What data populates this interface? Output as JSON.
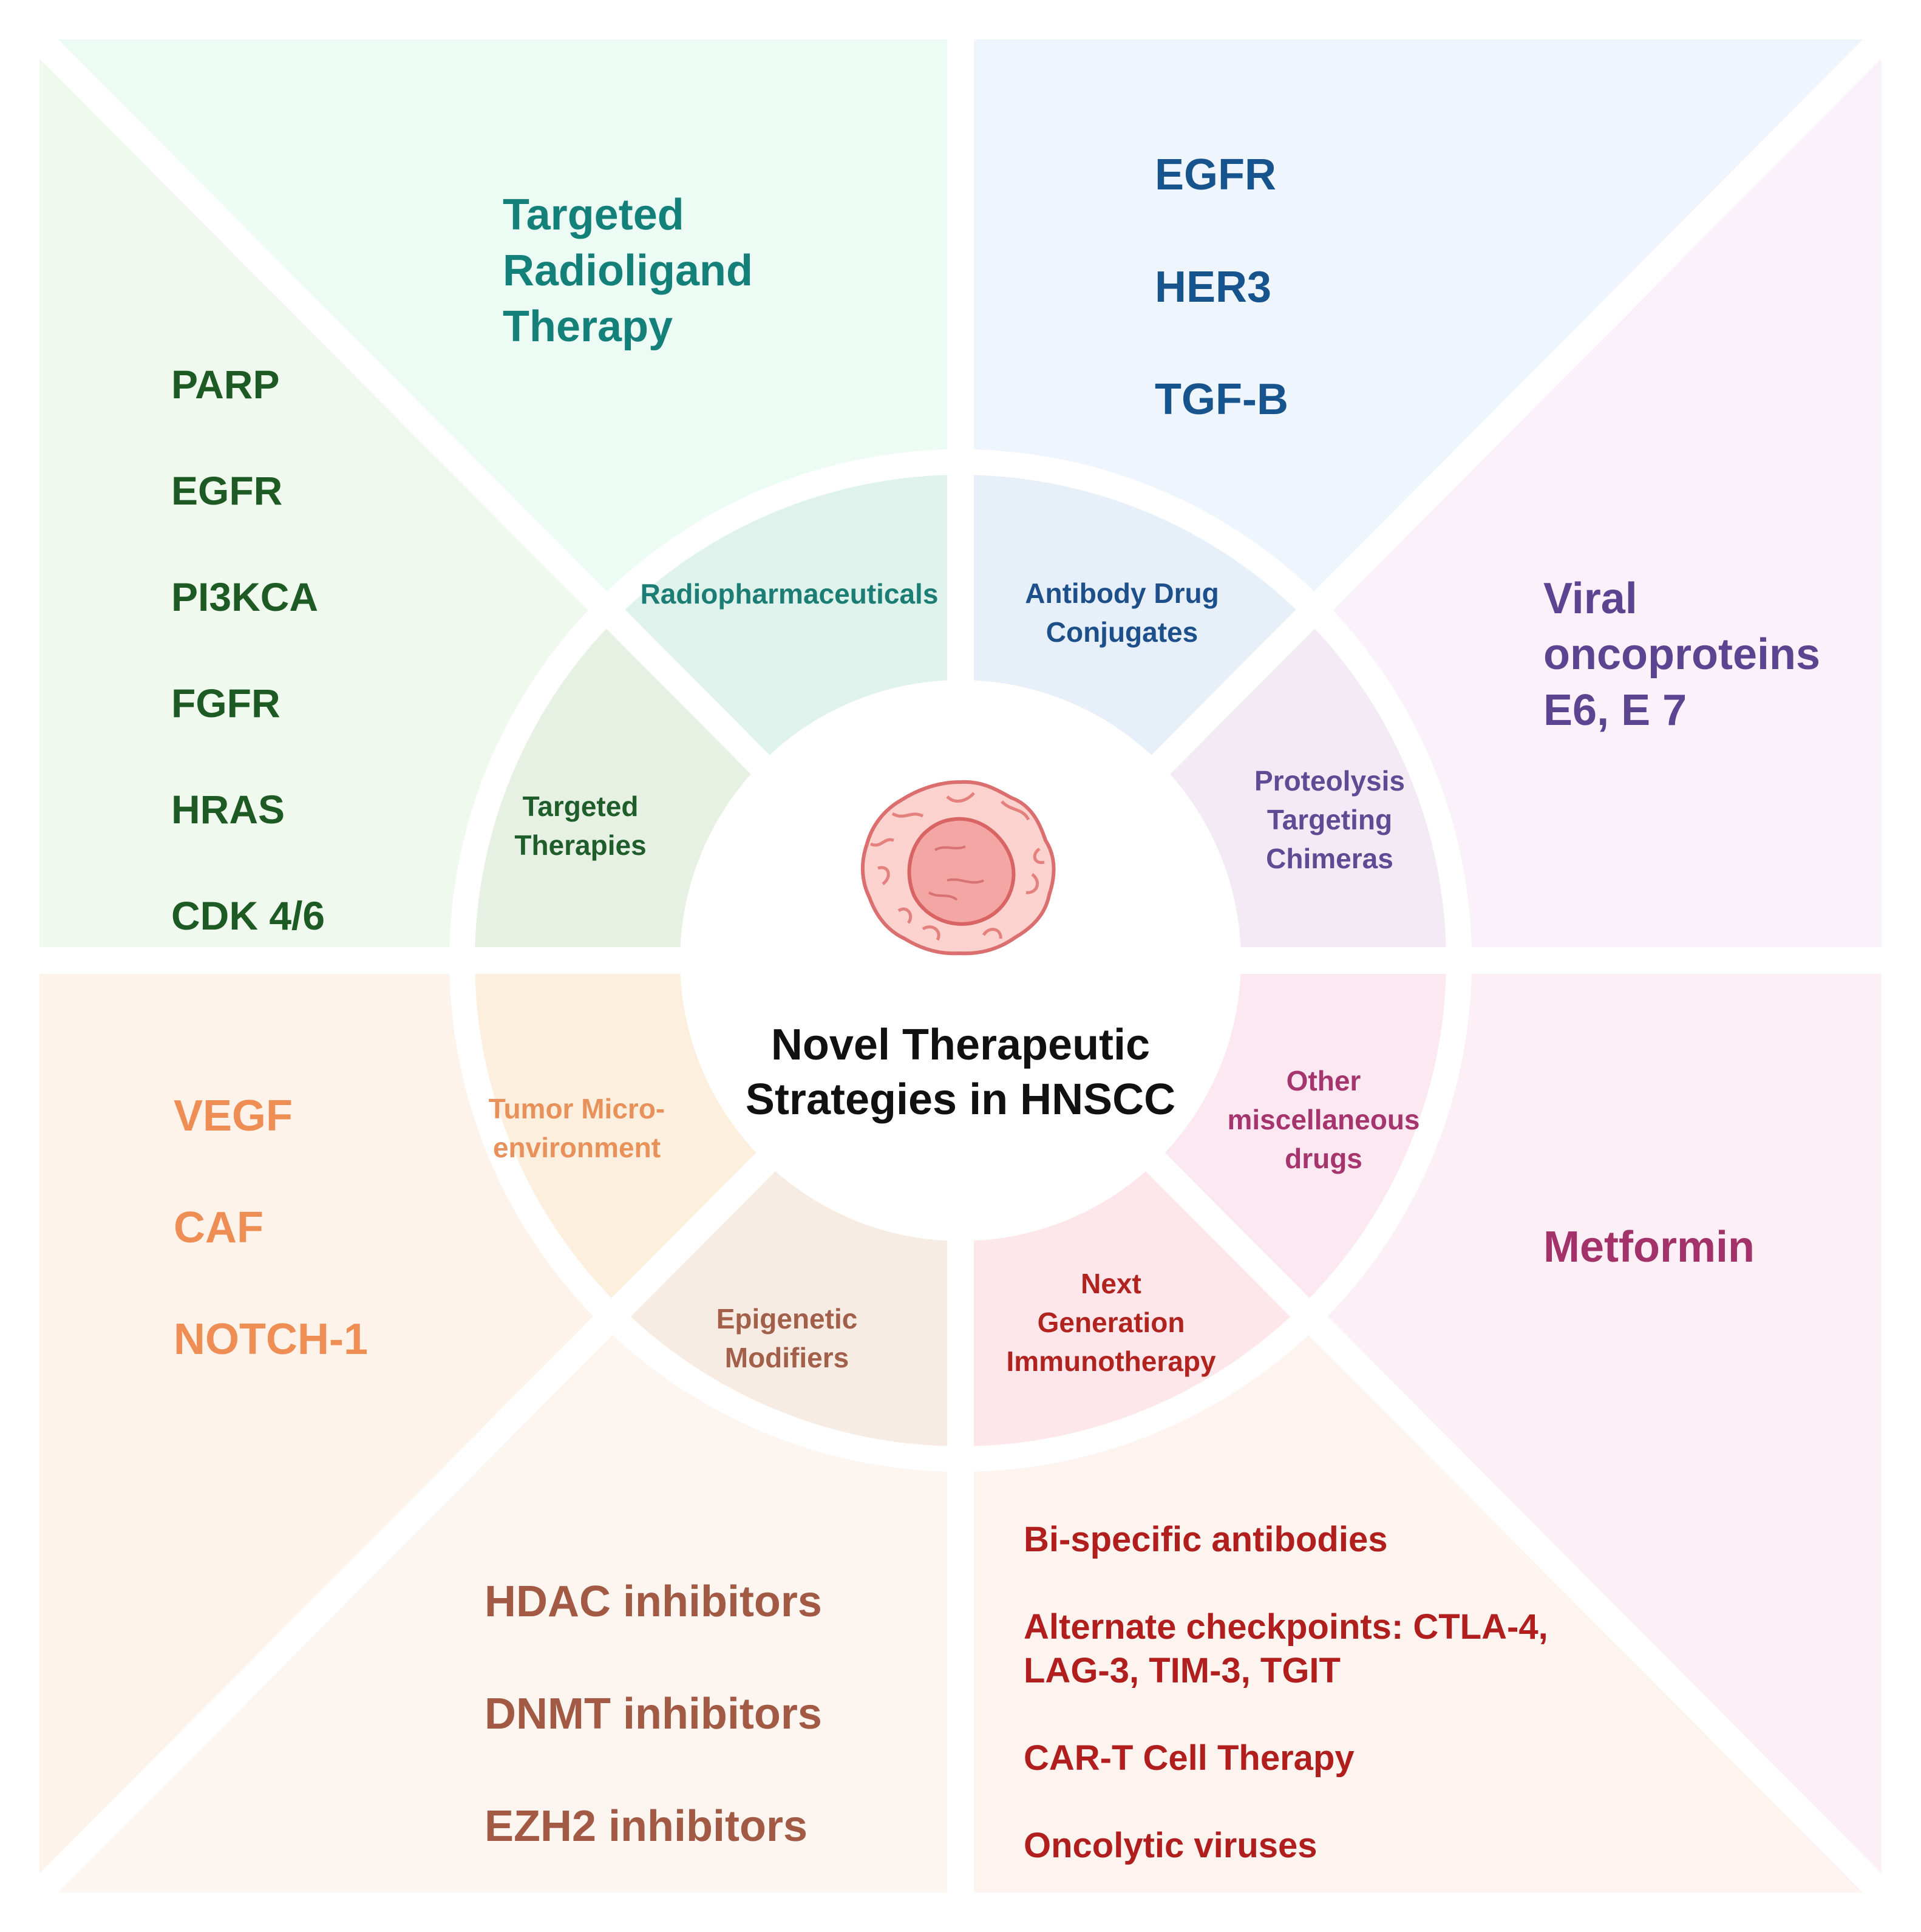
{
  "center": {
    "title_lines": [
      "Novel Therapeutic",
      "Strategies in HNSCC"
    ]
  },
  "segments": {
    "radiopharmaceuticals": {
      "lines": [
        "Radiopharmaceuticals"
      ],
      "color": "#1b7d73"
    },
    "adc": {
      "lines": [
        "Antibody Drug",
        "Conjugates"
      ],
      "color": "#1d4f8a"
    },
    "protac": {
      "lines": [
        "Proteolysis",
        "Targeting",
        "Chimeras"
      ],
      "color": "#5f4a94"
    },
    "other": {
      "lines": [
        "Other",
        "miscellaneous",
        "drugs"
      ],
      "color": "#a6356e"
    },
    "immuno": {
      "lines": [
        "Next",
        "Generation",
        "Immunotherapy"
      ],
      "color": "#b0231f"
    },
    "epigenetic": {
      "lines": [
        "Epigenetic",
        "Modifiers"
      ],
      "color": "#a25f4a"
    },
    "tme": {
      "lines": [
        "Tumor Micro-",
        "environment"
      ],
      "color": "#e8915a"
    },
    "targeted": {
      "lines": [
        "Targeted",
        "Therapies"
      ],
      "color": "#1f5e2b"
    }
  },
  "outer": {
    "radioligand": {
      "lines": [
        "Targeted",
        "Radioligand",
        "Therapy"
      ],
      "color": "#14807a"
    },
    "adc_targets": {
      "items": [
        "EGFR",
        "HER3",
        "TGF-B"
      ],
      "color": "#17538c"
    },
    "viral": {
      "lines": [
        "Viral",
        "oncoproteins",
        "E6, E 7"
      ],
      "color": "#5b4590"
    },
    "metformin": {
      "lines": [
        "Metformin"
      ],
      "color": "#a3326b"
    },
    "immuno_list": {
      "items": [
        "Bi-specific antibodies",
        "Alternate checkpoints: CTLA-4,",
        "LAG-3, TIM-3, TGIT",
        "CAR-T Cell Therapy",
        "Oncolytic viruses"
      ],
      "color": "#b01e1e"
    },
    "epi_list": {
      "items": [
        "HDAC inhibitors",
        "DNMT inhibitors",
        "EZH2 inhibitors"
      ],
      "color": "#a25a45"
    },
    "tme_list": {
      "items": [
        "VEGF",
        "CAF",
        "NOTCH-1"
      ],
      "color": "#ee8e55"
    },
    "targeted_list": {
      "items": [
        "PARP",
        "EGFR",
        "PI3KCA",
        "FGFR",
        "HRAS",
        "CDK 4/6"
      ],
      "color": "#1d5a24"
    }
  }
}
